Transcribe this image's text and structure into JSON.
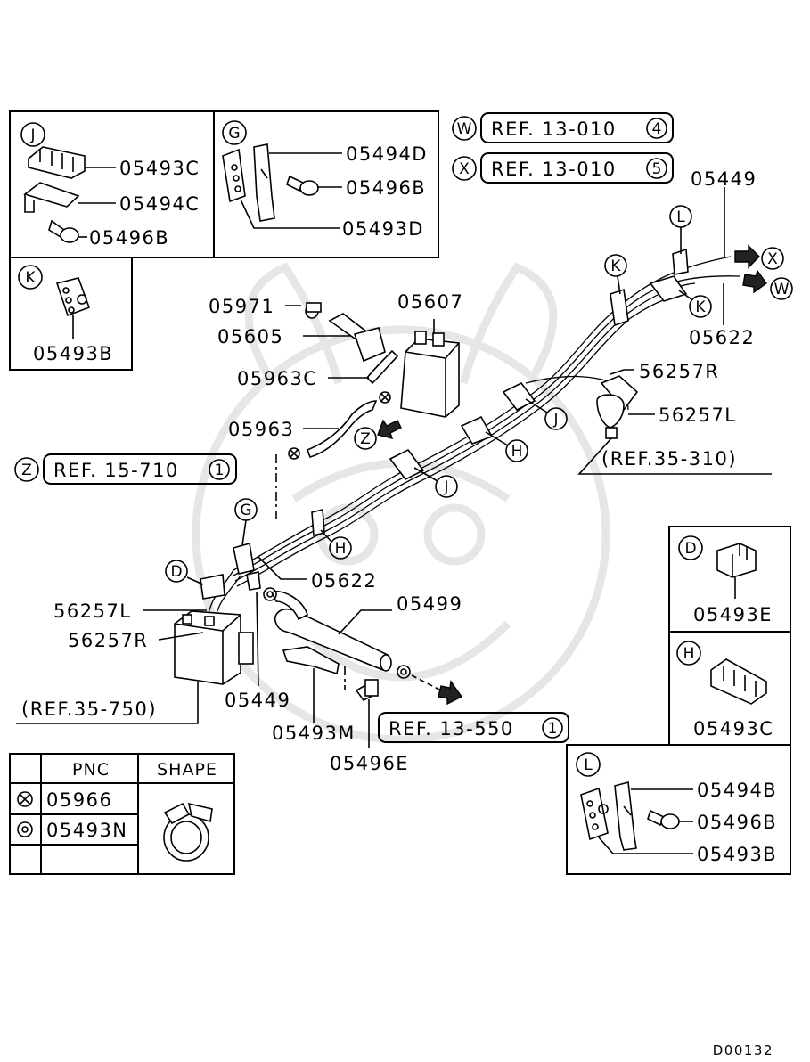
{
  "diagram_code": "D00132",
  "callouts": {
    "J": "J",
    "G": "G",
    "K": "K",
    "L": "L",
    "D": "D",
    "H": "H",
    "W": "W",
    "X": "X",
    "Z": "Z"
  },
  "refs": {
    "w": {
      "text": "REF. 13-010",
      "num": "4"
    },
    "x": {
      "text": "REF. 13-010",
      "num": "5"
    },
    "z": {
      "text": "REF. 15-710",
      "num": "1"
    },
    "r1": {
      "text": "REF. 13-550",
      "num": "1"
    },
    "p35_310": "(REF.35-310)",
    "p35_750": "(REF.35-750)"
  },
  "parts": {
    "p05493C": "05493C",
    "p05494C": "05494C",
    "p05496B": "05496B",
    "p05494D": "05494D",
    "p05493D": "05493D",
    "p05493B": "05493B",
    "p05449": "05449",
    "p05622": "05622",
    "p05971": "05971",
    "p05607": "05607",
    "p05605": "05605",
    "p05963C": "05963C",
    "p05963": "05963",
    "p56257R": "56257R",
    "p56257L": "56257L",
    "p05499": "05499",
    "p05493M": "05493M",
    "p05496E": "05496E",
    "p05493E": "05493E",
    "p05494B": "05494B"
  },
  "legend": {
    "col_pnc": "PNC",
    "col_shape": "SHAPE",
    "rows": [
      {
        "symbol": "cross-circle",
        "pnc": "05966"
      },
      {
        "symbol": "double-circle",
        "pnc": "05493N"
      },
      {
        "symbol": "",
        "pnc": ""
      }
    ]
  }
}
